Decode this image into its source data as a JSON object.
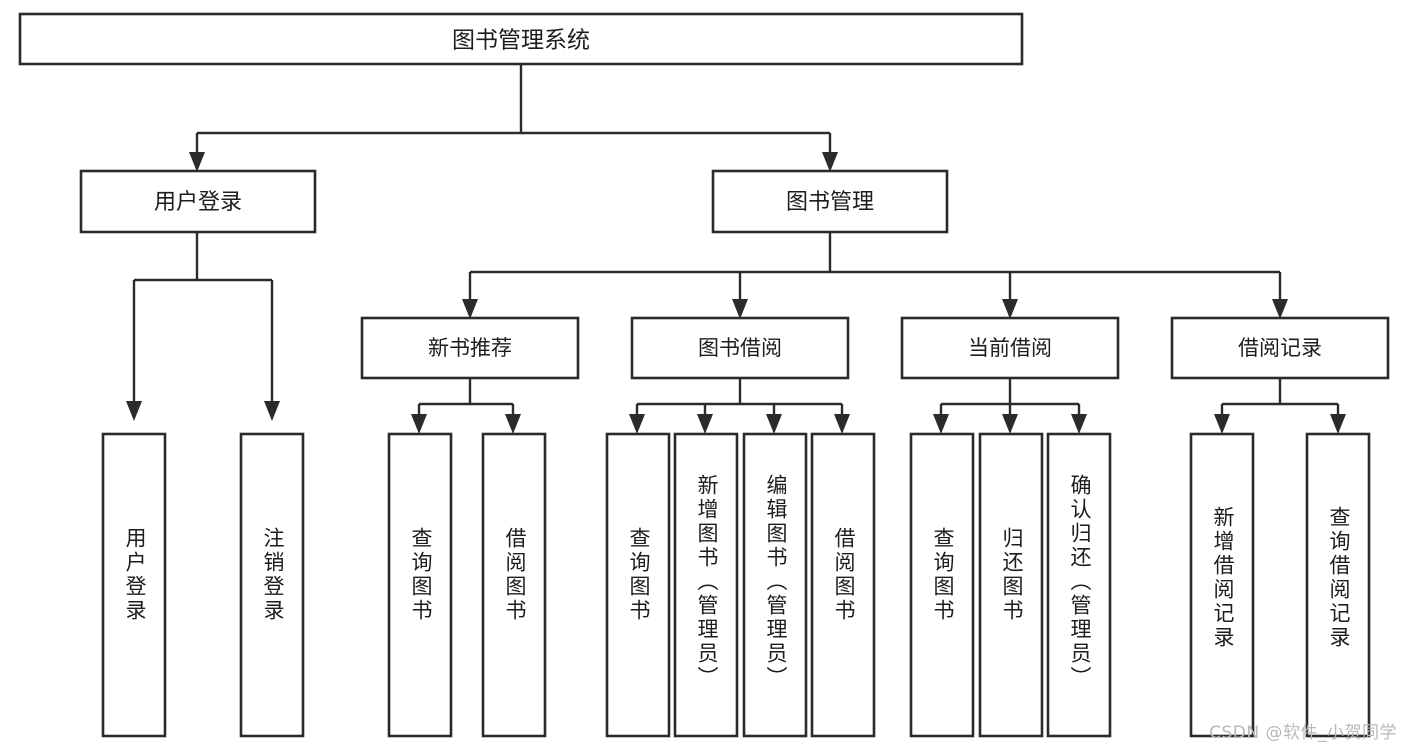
{
  "diagram": {
    "title": "图书管理系统",
    "type": "tree-hierarchy",
    "root": {
      "label": "图书管理系统"
    },
    "level2": [
      {
        "label": "用户登录"
      },
      {
        "label": "图书管理"
      }
    ],
    "level3": [
      {
        "label": "新书推荐"
      },
      {
        "label": "图书借阅"
      },
      {
        "label": "当前借阅"
      },
      {
        "label": "借阅记录"
      }
    ],
    "leaves": {
      "user_login": [
        {
          "label": "用户登录"
        },
        {
          "label": "注销登录"
        }
      ],
      "new_book_recommend": [
        {
          "label": "查询图书"
        },
        {
          "label": "借阅图书"
        }
      ],
      "book_borrow": [
        {
          "label": "查询图书"
        },
        {
          "label": "新增图书（管理员）"
        },
        {
          "label": "编辑图书（管理员）"
        },
        {
          "label": "借阅图书"
        }
      ],
      "current_borrow": [
        {
          "label": "查询图书"
        },
        {
          "label": "归还图书"
        },
        {
          "label": "确认归还（管理员）"
        }
      ],
      "borrow_record": [
        {
          "label": "新增借阅记录"
        },
        {
          "label": "查询借阅记录"
        }
      ]
    }
  },
  "watermark": {
    "text": "CSDN @软件_小贺同学"
  },
  "colors": {
    "stroke": "#2b2b2b",
    "box_fill": "#ffffff",
    "text": "#1d1d1d",
    "watermark": "#b9b9b9",
    "background": "#ffffff"
  }
}
